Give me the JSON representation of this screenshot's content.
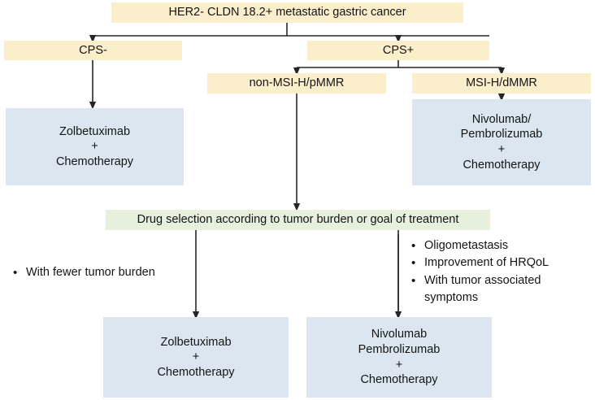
{
  "diagram": {
    "title": "HER2-negative CLDN 18.2-positive metastatic gastric cancer treatment algorithm",
    "colors": {
      "cream": "#fbeecb",
      "blue": "#dce6f1",
      "green": "#e6f0dc",
      "line": "#262626",
      "background": "#ffffff"
    },
    "nodes": {
      "root": "HER2- CLDN 18.2+ metastatic gastric cancer",
      "cps_negative": "CPS-",
      "cps_positive": "CPS+",
      "non_msi": "non-MSI-H/pMMR",
      "msi": "MSI-H/dMMR",
      "treatment_cps_negative": "Zolbetuximab\n+\nChemotherapy",
      "treatment_msi": "Nivolumab/\nPembrolizumab\n+\nChemotherapy",
      "drug_selection": "Drug selection according to tumor burden or goal of treatment",
      "treatment_low_burden": "Zolbetuximab\n+\nChemotherapy",
      "treatment_high_burden": "Nivolumab\nPembrolizumab\n+\nChemotherapy"
    },
    "criteria_left": [
      "With fewer tumor burden"
    ],
    "criteria_right": [
      "Oligometastasis",
      "Improvement of HRQoL",
      "With tumor associated",
      "symptoms"
    ],
    "bullet_glyph": "•"
  }
}
